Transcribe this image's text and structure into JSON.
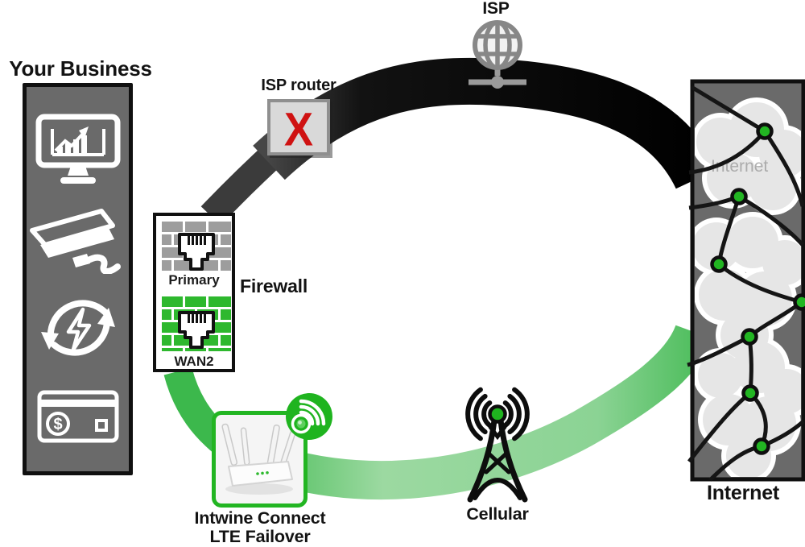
{
  "diagram": {
    "business": {
      "label": "Your Business",
      "currency_symbol": "$",
      "icons": [
        "monitor-chart-icon",
        "security-camera-icon",
        "power-sync-icon",
        "credit-card-icon"
      ]
    },
    "firewall": {
      "label": "Firewall",
      "ports": [
        {
          "name": "Primary"
        },
        {
          "name": "WAN2"
        }
      ]
    },
    "isp_router": {
      "label": "ISP router",
      "status_mark": "X"
    },
    "isp": {
      "label": "ISP"
    },
    "failover": {
      "label_line1": "Intwine Connect",
      "label_line2": "LTE Failover"
    },
    "cellular": {
      "label": "Cellular"
    },
    "internet": {
      "label": "Internet",
      "watermark": "Internet"
    }
  },
  "colors": {
    "accent_green": "#1fb41f",
    "brick_green": "#2eb82e",
    "alert_red": "#cf1212",
    "panel_gray": "#6a6a6a",
    "primary_path_black": "#0b0b0b",
    "failover_path_green": "#93d79a"
  }
}
